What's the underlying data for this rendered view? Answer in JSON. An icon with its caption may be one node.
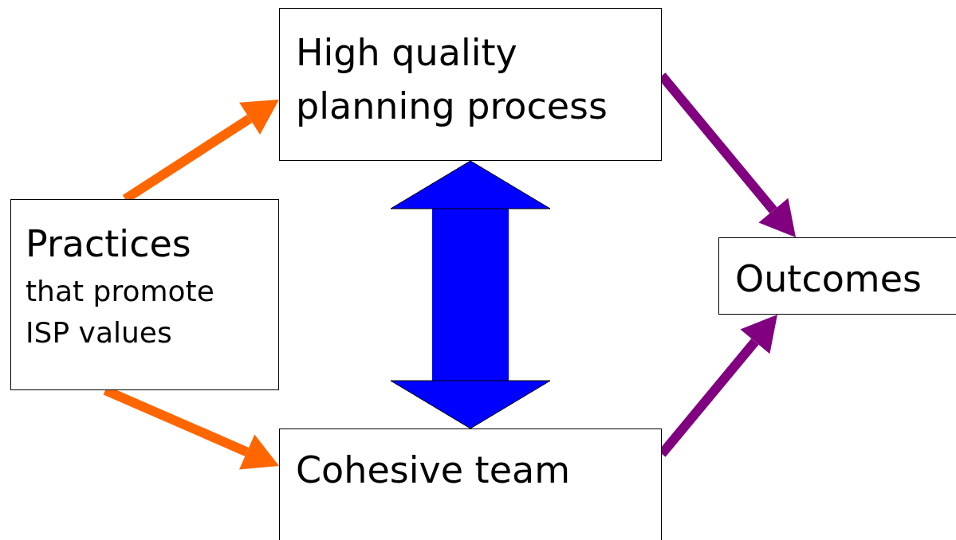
{
  "diagram": {
    "nodes": [
      {
        "text": [
          "Practices",
          "that promote ISP values"
        ]
      },
      {
        "text": [
          "High quality planning process"
        ]
      },
      {
        "text": [
          "Cohesive team"
        ]
      },
      {
        "text": [
          "Outcomes"
        ]
      }
    ],
    "edges": [
      {
        "from": 0,
        "to": 1,
        "arrow": "to",
        "color": "#ff6600"
      },
      {
        "from": 0,
        "to": 2,
        "arrow": "to",
        "color": "#ff6600"
      },
      {
        "from": 1,
        "to": 3,
        "arrow": "to",
        "color": "#800080"
      },
      {
        "from": 2,
        "to": 3,
        "arrow": "to",
        "color": "#800080"
      },
      {
        "from": 1,
        "to": 2,
        "arrow": "both",
        "style": "thick",
        "color": "#0000ff"
      }
    ]
  }
}
